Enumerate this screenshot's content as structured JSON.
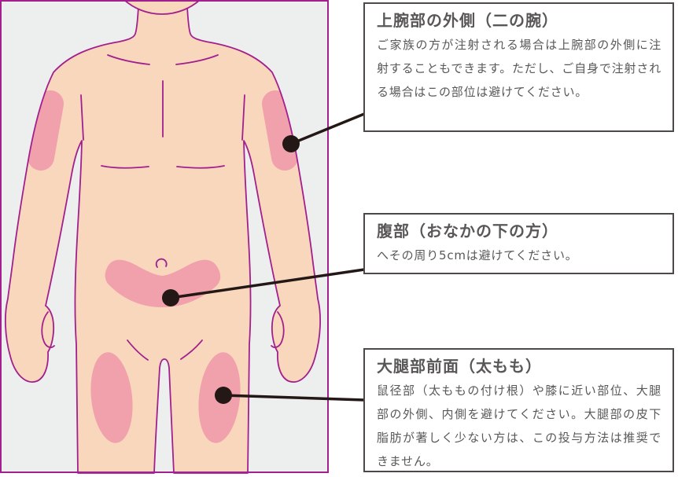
{
  "diagram": {
    "type": "injection-site-body-map",
    "panel": {
      "background": "#EDEEEE",
      "border_color": "#A2208E"
    },
    "body": {
      "skin_color": "#F9D7BC",
      "outline_color": "#A2208E",
      "highlight_color": "#F1A1AC"
    },
    "marker_color": "#231815",
    "markers": [
      "upper-arm-outer",
      "abdomen",
      "thigh-front"
    ]
  },
  "callouts": [
    {
      "id": "upper-arm",
      "title": "上腕部の外側（二の腕）",
      "body": "ご家族の方が注射される場合は上腕部の外側に注射することもできます。ただし、ご自身で注射される場合はこの部位は避けてください。"
    },
    {
      "id": "abdomen",
      "title": "腹部（おなかの下の方）",
      "body": "へその周り5cmは避けてください。"
    },
    {
      "id": "thigh",
      "title": "大腿部前面（太もも）",
      "body": "鼠径部（太ももの付け根）や膝に近い部位、大腿部の外側、内側を避けてください。大腿部の皮下脂肪が著しく少ない方は、この投与方法は推奨できません。"
    }
  ],
  "styles": {
    "callout_border_color": "#4C4948",
    "text_color": "#595757"
  }
}
